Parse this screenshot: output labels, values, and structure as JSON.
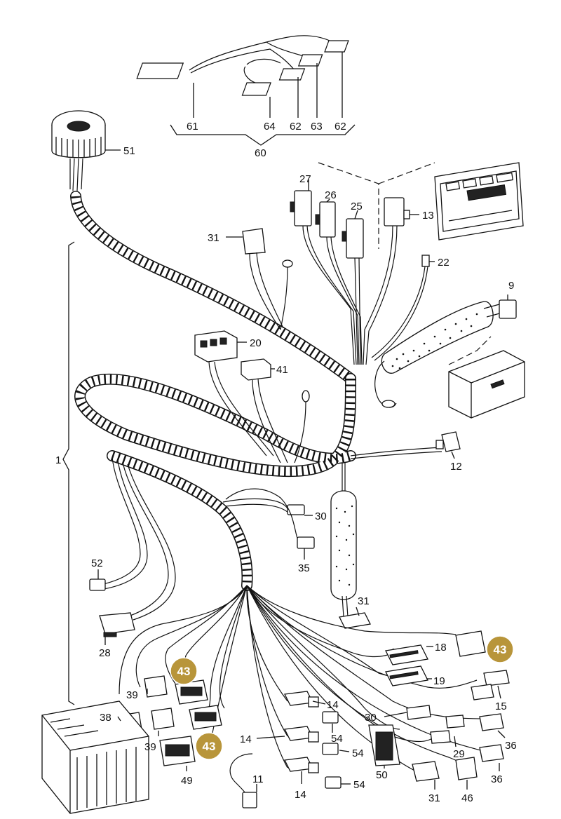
{
  "diagram": {
    "labels": [
      {
        "id": "61",
        "text": "61"
      },
      {
        "id": "64",
        "text": "64"
      },
      {
        "id": "62a",
        "text": "62"
      },
      {
        "id": "63",
        "text": "63"
      },
      {
        "id": "62b",
        "text": "62"
      },
      {
        "id": "60",
        "text": "60"
      },
      {
        "id": "51",
        "text": "51"
      },
      {
        "id": "27",
        "text": "27"
      },
      {
        "id": "26",
        "text": "26"
      },
      {
        "id": "25",
        "text": "25"
      },
      {
        "id": "13",
        "text": "13"
      },
      {
        "id": "31a",
        "text": "31"
      },
      {
        "id": "22",
        "text": "22"
      },
      {
        "id": "9",
        "text": "9"
      },
      {
        "id": "20",
        "text": "20"
      },
      {
        "id": "41",
        "text": "41"
      },
      {
        "id": "1",
        "text": "1"
      },
      {
        "id": "12",
        "text": "12"
      },
      {
        "id": "30a",
        "text": "30"
      },
      {
        "id": "52",
        "text": "52"
      },
      {
        "id": "35",
        "text": "35"
      },
      {
        "id": "31b",
        "text": "31"
      },
      {
        "id": "28",
        "text": "28"
      },
      {
        "id": "18",
        "text": "18"
      },
      {
        "id": "19",
        "text": "19"
      },
      {
        "id": "15",
        "text": "15"
      },
      {
        "id": "39a",
        "text": "39"
      },
      {
        "id": "14a",
        "text": "14"
      },
      {
        "id": "30b",
        "text": "30"
      },
      {
        "id": "38",
        "text": "38"
      },
      {
        "id": "54a",
        "text": "54"
      },
      {
        "id": "36a",
        "text": "36"
      },
      {
        "id": "14b",
        "text": "14"
      },
      {
        "id": "39b",
        "text": "39"
      },
      {
        "id": "54b",
        "text": "54"
      },
      {
        "id": "29",
        "text": "29"
      },
      {
        "id": "50",
        "text": "50"
      },
      {
        "id": "36b",
        "text": "36"
      },
      {
        "id": "49",
        "text": "49"
      },
      {
        "id": "11",
        "text": "11"
      },
      {
        "id": "54c",
        "text": "54"
      },
      {
        "id": "14c",
        "text": "14"
      },
      {
        "id": "31c",
        "text": "31"
      },
      {
        "id": "46",
        "text": "46"
      }
    ],
    "highlights": [
      {
        "id": "h1",
        "text": "43"
      },
      {
        "id": "h2",
        "text": "43"
      },
      {
        "id": "h3",
        "text": "43"
      }
    ],
    "colors": {
      "line": "#111111",
      "background": "#ffffff",
      "highlight": "#b8953a"
    }
  }
}
